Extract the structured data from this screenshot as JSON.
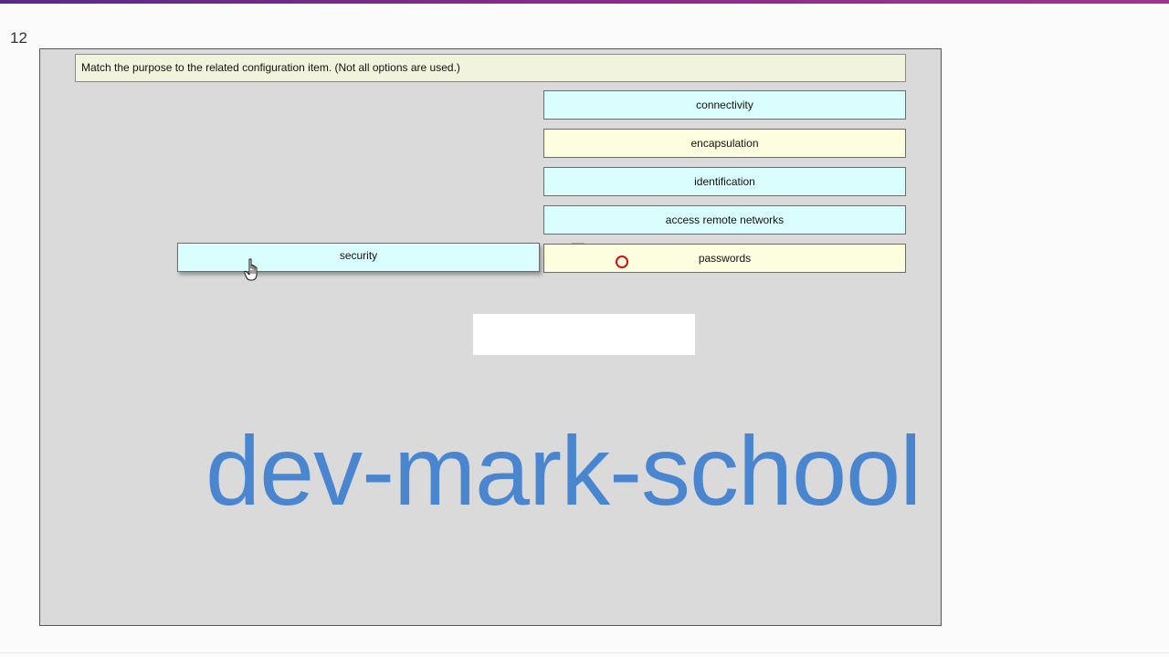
{
  "question": {
    "number": "12"
  },
  "instruction": "Match the purpose to the related configuration item. (Not all options are used.)",
  "options": [
    {
      "label": "connectivity",
      "color": "#dafefe"
    },
    {
      "label": "encapsulation",
      "color": "#fdfde0"
    },
    {
      "label": "identification",
      "color": "#dafefe"
    },
    {
      "label": "access remote networks",
      "color": "#dafefe"
    },
    {
      "label": "passwords",
      "color": "#fdfde0"
    }
  ],
  "dragged_item": {
    "label": "security"
  },
  "watermark": "dev-mark-school",
  "colors": {
    "accent_bar": "#8a2a8c",
    "workspace_bg": "#dadada",
    "watermark": "#4a86d0",
    "target_marker": "#d01010"
  },
  "icons": {
    "cursor": "hand-pointer-icon",
    "target": "target-circle-icon"
  }
}
